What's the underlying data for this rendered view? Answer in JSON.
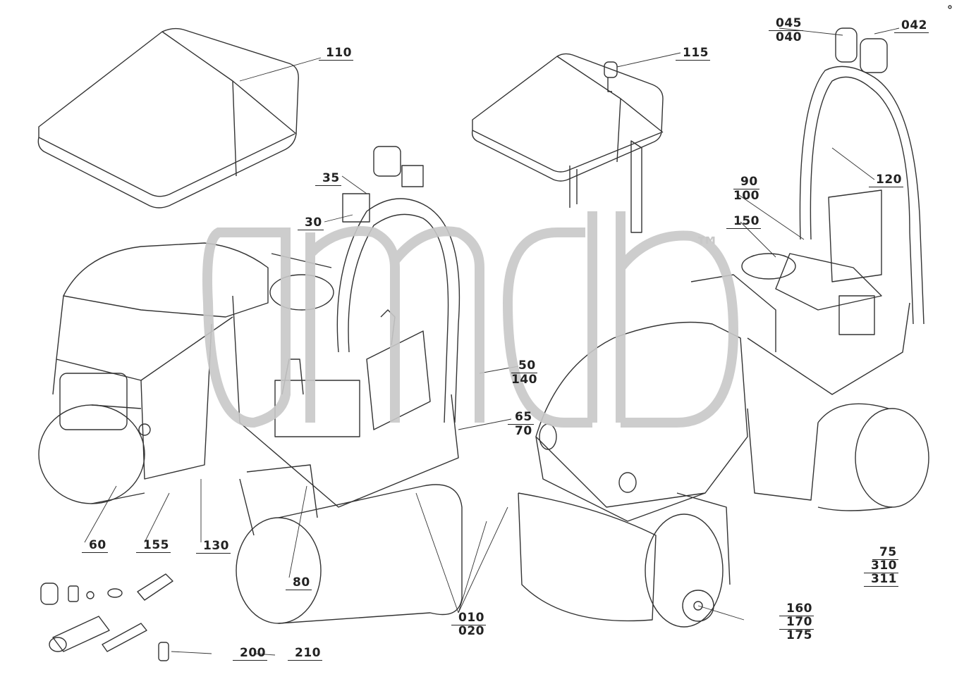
{
  "watermark": {
    "text": "gmdb",
    "tm": "™",
    "color": "#c8c8c8"
  },
  "labels": [
    {
      "id": "110",
      "text": "110"
    },
    {
      "id": "115",
      "text": "115"
    },
    {
      "id": "045",
      "text": "045"
    },
    {
      "id": "040",
      "text": "040"
    },
    {
      "id": "042",
      "text": "042"
    },
    {
      "id": "35",
      "text": "35"
    },
    {
      "id": "30",
      "text": "30"
    },
    {
      "id": "120",
      "text": "120"
    },
    {
      "id": "90",
      "text": "90"
    },
    {
      "id": "100",
      "text": "100"
    },
    {
      "id": "150",
      "text": "150"
    },
    {
      "id": "50",
      "text": "50"
    },
    {
      "id": "140",
      "text": "140"
    },
    {
      "id": "65",
      "text": "65"
    },
    {
      "id": "70",
      "text": "70"
    },
    {
      "id": "75",
      "text": "75"
    },
    {
      "id": "310",
      "text": "310"
    },
    {
      "id": "311",
      "text": "311"
    },
    {
      "id": "60",
      "text": "60"
    },
    {
      "id": "155",
      "text": "155"
    },
    {
      "id": "130",
      "text": "130"
    },
    {
      "id": "80",
      "text": "80"
    },
    {
      "id": "010",
      "text": "010"
    },
    {
      "id": "020",
      "text": "020"
    },
    {
      "id": "160",
      "text": "160"
    },
    {
      "id": "170",
      "text": "170"
    },
    {
      "id": "175",
      "text": "175"
    },
    {
      "id": "200",
      "text": "200"
    },
    {
      "id": "210",
      "text": "210"
    }
  ]
}
